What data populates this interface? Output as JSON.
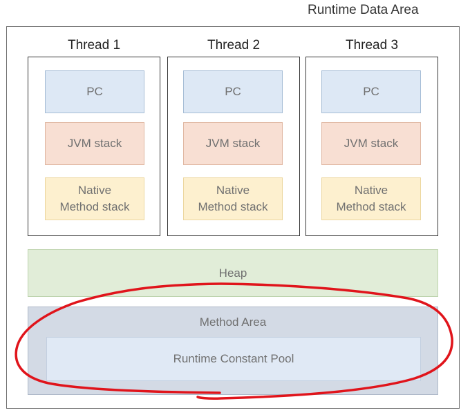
{
  "title": "Runtime Data Area",
  "threads": [
    {
      "label": "Thread 1",
      "pc": "PC",
      "jvm_stack": "JVM stack",
      "native_line1": "Native",
      "native_line2": "Method stack"
    },
    {
      "label": "Thread 2",
      "pc": "PC",
      "jvm_stack": "JVM stack",
      "native_line1": "Native",
      "native_line2": "Method stack"
    },
    {
      "label": "Thread 3",
      "pc": "PC",
      "jvm_stack": "JVM stack",
      "native_line1": "Native",
      "native_line2": "Method stack"
    }
  ],
  "heap": "Heap",
  "method_area": {
    "label": "Method Area",
    "runtime_constant_pool": "Runtime Constant Pool"
  },
  "colors": {
    "pc": "#dde8f5",
    "jvm_stack": "#f8dfd3",
    "native_method_stack": "#fdf0cf",
    "heap": "#e1edd8",
    "method_area": "#d3dae5",
    "highlight_circle": "#e0141b"
  }
}
